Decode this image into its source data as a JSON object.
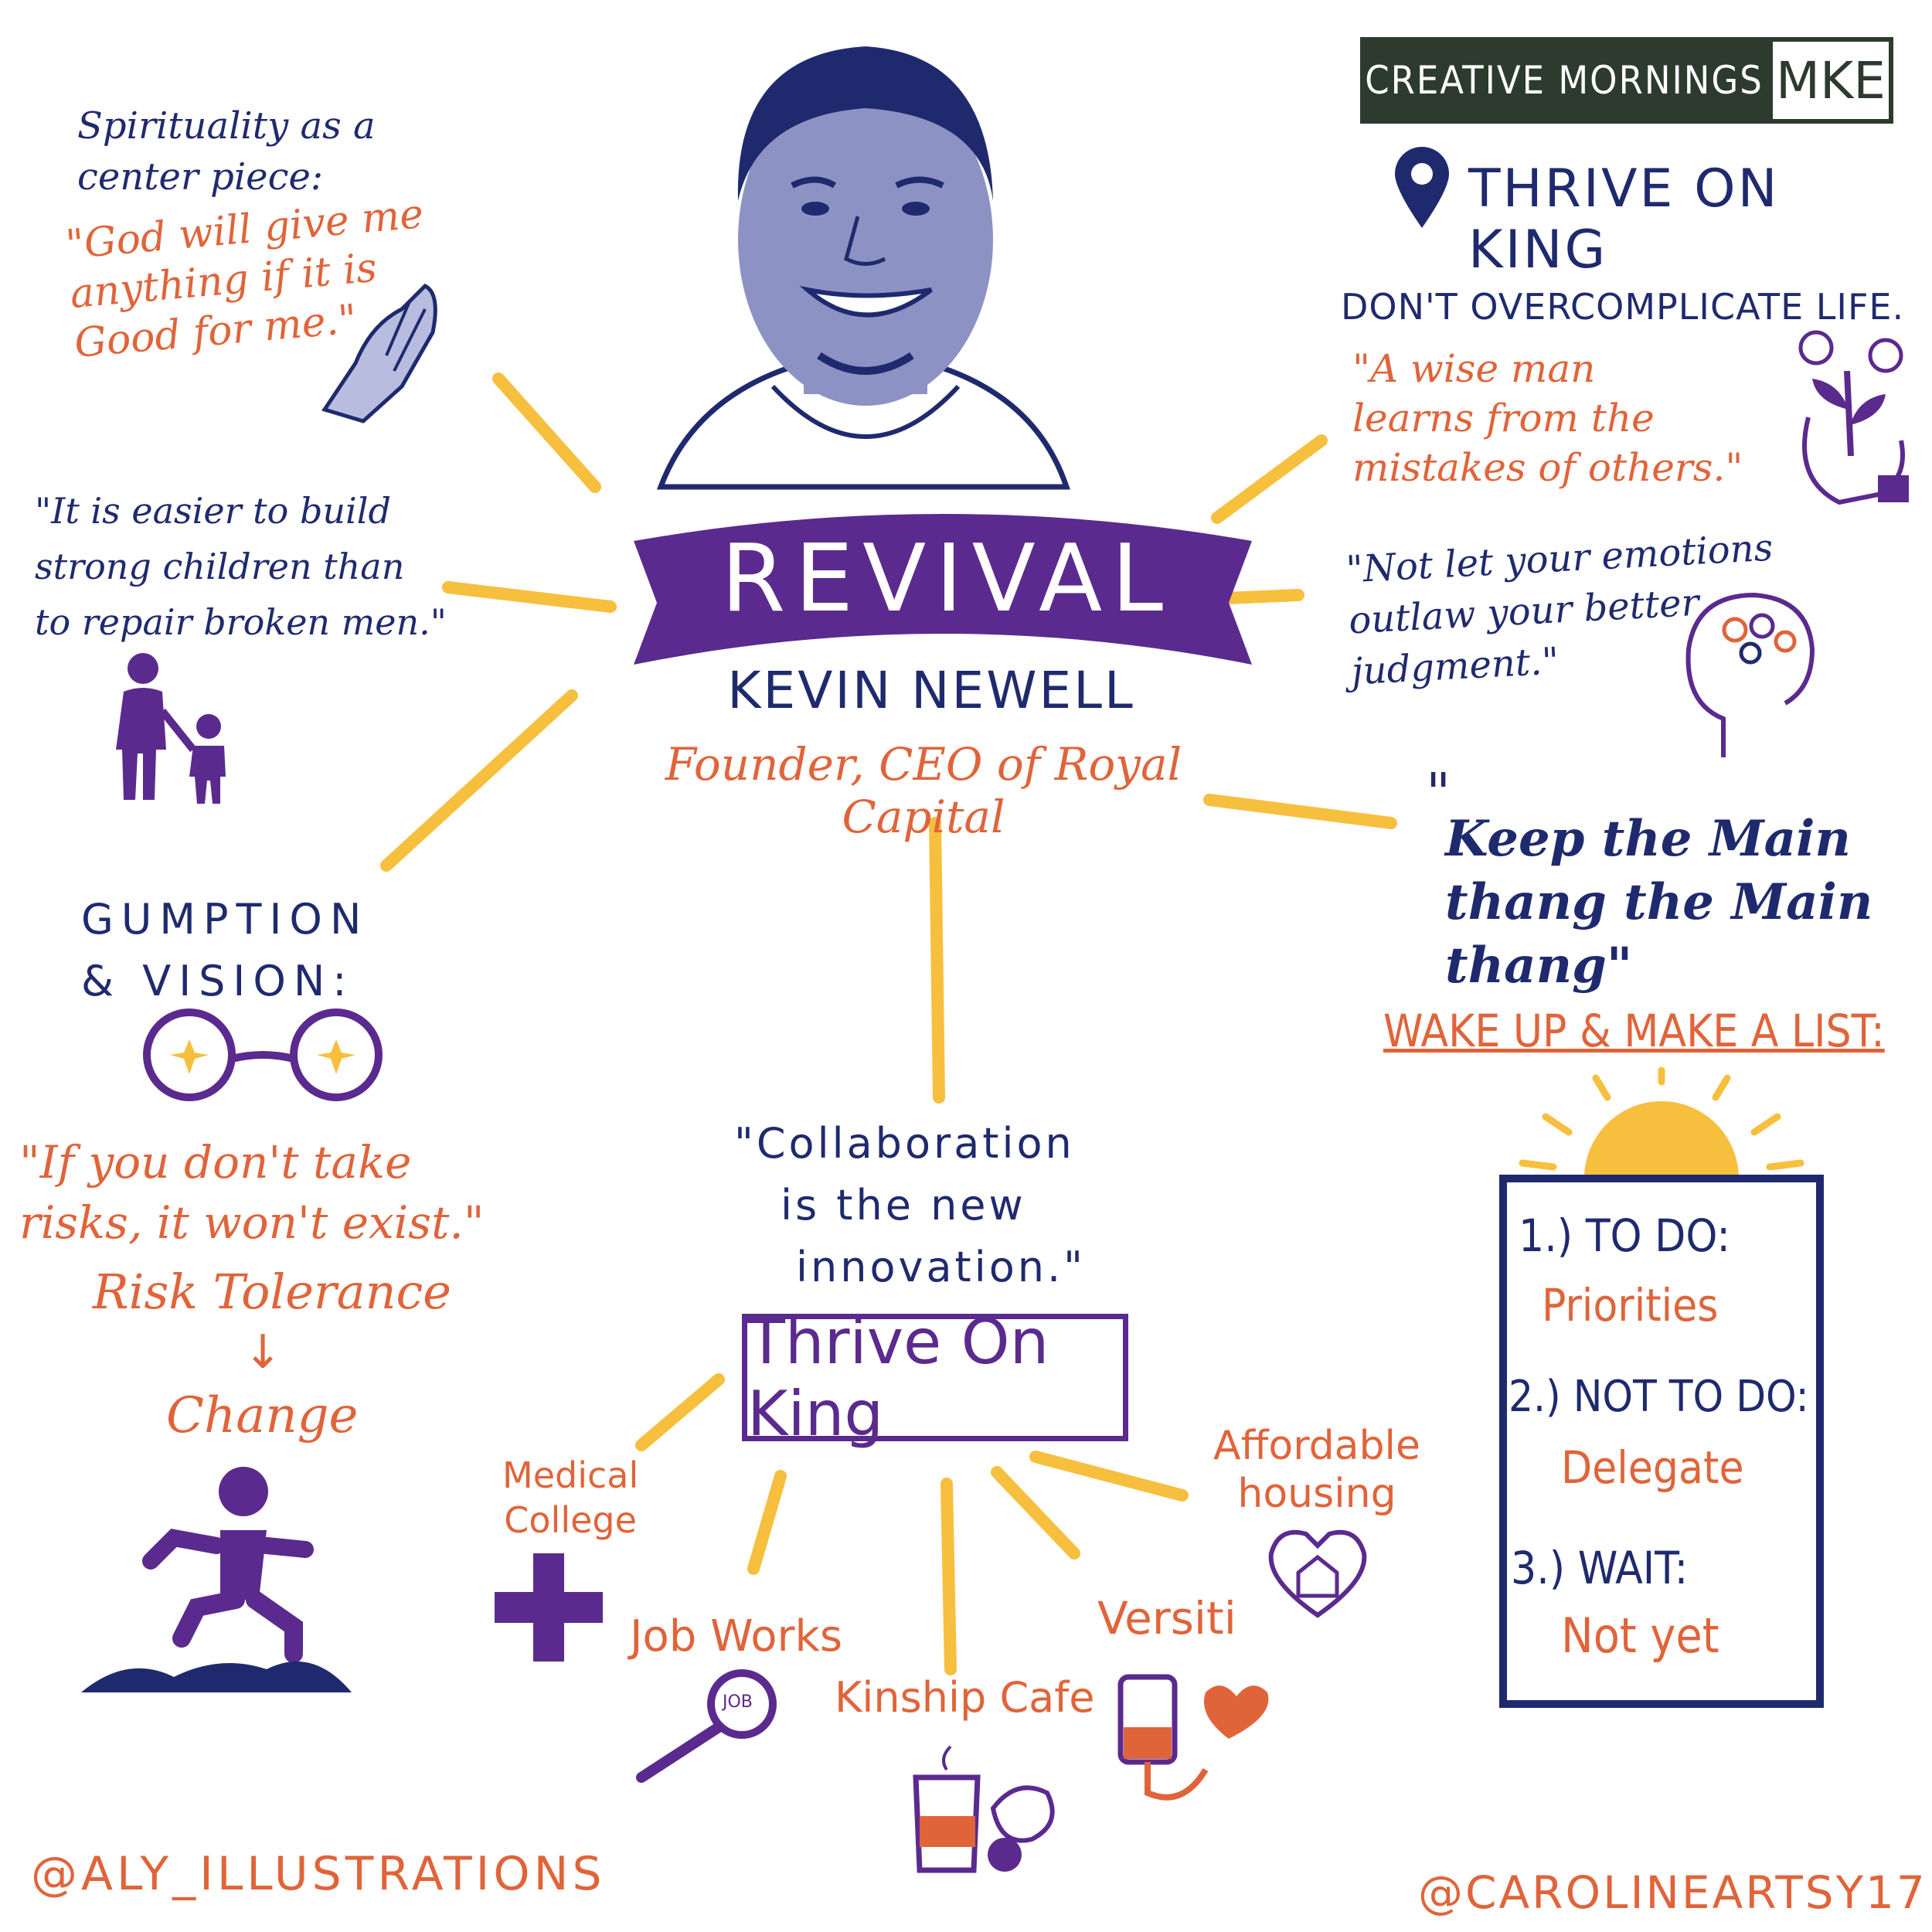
{
  "header": {
    "brand_left": "CREATIVE MORNINGS",
    "brand_right": "MKE",
    "location": "THRIVE ON KING"
  },
  "center": {
    "ribbon": "REVIVAL",
    "speaker": "KEVIN NEWELL",
    "role": "Founder, CEO of Royal Capital"
  },
  "spirituality": {
    "heading_line1": "Spirituality as a",
    "heading_line2": "center piece:",
    "quote_line1": "\"God will give me",
    "quote_line2": "anything if it is",
    "quote_line3": "Good for me.\""
  },
  "children": {
    "line1": "\"It is easier to build",
    "line2": "strong children than",
    "line3": "to repair broken men.\""
  },
  "gumption": {
    "line1": "GUMPTION",
    "line2": "& VISION:",
    "quote_line1": "\"If you don't take",
    "quote_line2": "risks, it won't exist.\"",
    "risk": "Risk Tolerance",
    "arrow": "↓",
    "change": "Change"
  },
  "overcomplicate": {
    "heading": "DON'T OVERCOMPLICATE LIFE.",
    "quote_line1": "\"A wise man",
    "quote_line2": "learns from the",
    "quote_line3": "mistakes of others.\""
  },
  "emotions": {
    "line1": "\"Not let your emotions",
    "line2": "outlaw your better",
    "line3": "judgment.\""
  },
  "main_thang": {
    "open": "\"",
    "line1": "Keep the Main",
    "line2": "thang the Main",
    "line3": "thang\""
  },
  "list": {
    "heading": "WAKE UP & MAKE A LIST:",
    "item1_label": "1.) TO DO:",
    "item1_value": "Priorities",
    "item2_label": "2.) NOT TO DO:",
    "item2_value": "Delegate",
    "item3_label": "3.) WAIT:",
    "item3_value": "Not yet"
  },
  "collab": {
    "line1": "\"Collaboration",
    "line2": "is the new",
    "line3": "innovation.\"",
    "box": "Thrive On King"
  },
  "partners": {
    "medical_line1": "Medical",
    "medical_line2": "College",
    "jobworks": "Job Works",
    "job_icon": "JOB",
    "kinship": "Kinship Cafe",
    "versiti": "Versiti",
    "housing_line1": "Affordable",
    "housing_line2": "housing"
  },
  "credits": {
    "left": "@ALY_ILLUSTRATIONS",
    "right": "@CAROLINEARTSY17"
  },
  "colors": {
    "navy": "#1f2a6e",
    "orange": "#e0643a",
    "purple": "#5b2a8e",
    "yellow": "#f7bf3e",
    "dark_green": "#2c3b2e"
  },
  "icons": [
    "praying-hands-icon",
    "parent-child-icon",
    "glasses-icon",
    "runner-icon",
    "lightbulb-plant-icon",
    "head-brain-icon",
    "sun-icon",
    "location-pin-icon",
    "medical-cross-icon",
    "magnifier-icon",
    "coffee-cup-icon",
    "blood-bag-heart-icon",
    "house-heart-icon"
  ]
}
